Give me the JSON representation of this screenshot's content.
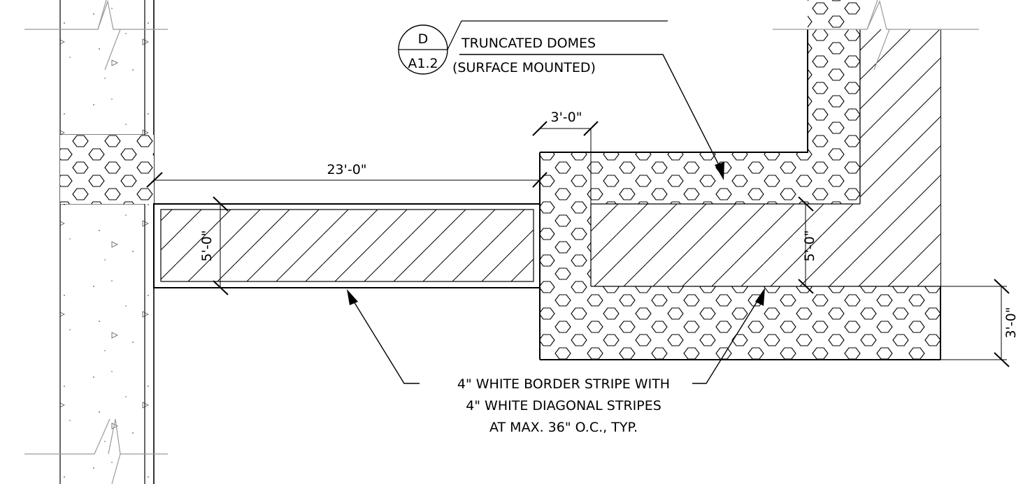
{
  "callout": {
    "detail_letter": "D",
    "sheet_ref": "A1.2",
    "line1": "TRUNCATED DOMES",
    "line2": "(SURFACE MOUNTED)"
  },
  "dimensions": {
    "length": "23'-0\"",
    "dome_width": "3'-0\"",
    "stall_width_left": "5'-0\"",
    "stall_width_right": "5'-0\"",
    "dome_width_right": "3'-0\""
  },
  "note": {
    "line1": "4\" WHITE BORDER STRIPE WITH",
    "line2": "4\" WHITE DIAGONAL STRIPES",
    "line3": "AT MAX. 36\" O.C., TYP."
  },
  "colors": {
    "linework": "#000000",
    "break_lines": "#9a9a9a"
  }
}
